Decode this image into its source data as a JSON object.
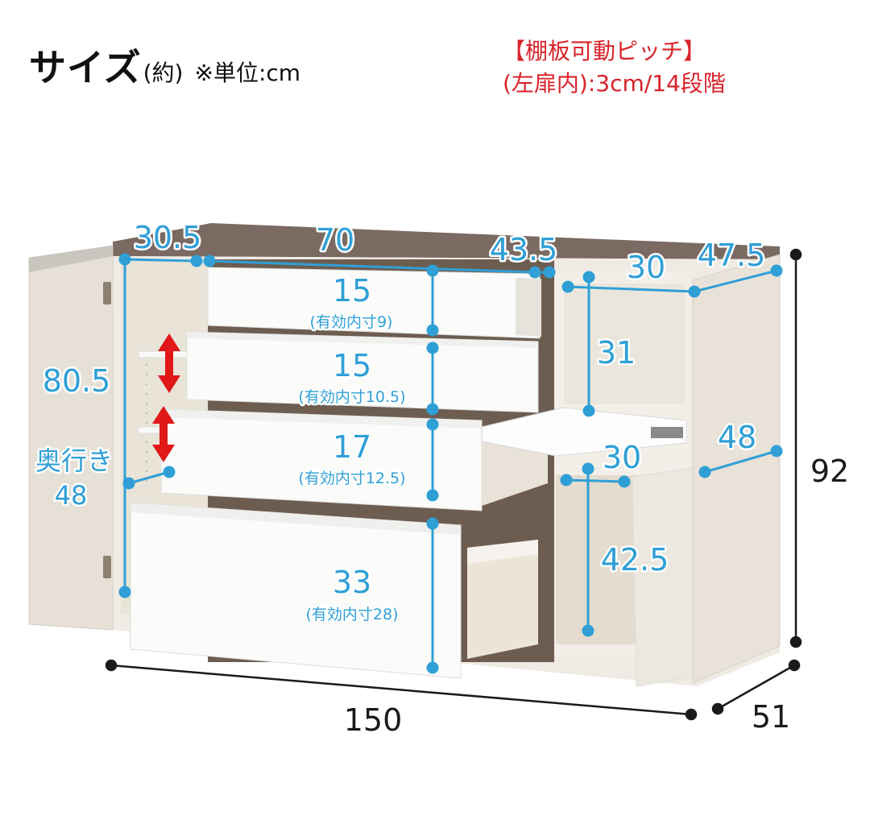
{
  "title": {
    "main": "サイズ",
    "approx": "(約)",
    "unit": "※単位:cm"
  },
  "shelf_note": {
    "line1": "【棚板可動ピッチ】",
    "line2": "(左扉内):3cm/14段階"
  },
  "colors": {
    "dimension_blue": "#2f9fd6",
    "note_red": "#d8232a",
    "adjust_arrow_red": "#e01818",
    "outer_dimension_black": "#1a1a1a",
    "cabinet_top": "#7a6a62",
    "cabinet_body": "#ece6dc"
  },
  "dimensions": {
    "overall_width": "150",
    "overall_height": "92",
    "overall_depth": "51",
    "left_door_width": "30.5",
    "drawer_section_width": "70",
    "drawer_depth": "43.5",
    "open_shelf_width": "30",
    "right_cabinet_depth": "47.5",
    "left_inner_height": "80.5",
    "left_inner_depth_label": "奥行き",
    "left_inner_depth": "48",
    "upper_open_height": "31",
    "lower_open_width": "30",
    "lower_open_height": "42.5",
    "right_inner_depth": "48"
  },
  "drawers": [
    {
      "height": "15",
      "inner": "(有効内寸9)"
    },
    {
      "height": "15",
      "inner": "(有効内寸10.5)"
    },
    {
      "height": "17",
      "inner": "(有効内寸12.5)"
    },
    {
      "height": "33",
      "inner": "(有効内寸28)"
    }
  ],
  "icons": {
    "shelf_adjust": "red-double-arrow"
  }
}
